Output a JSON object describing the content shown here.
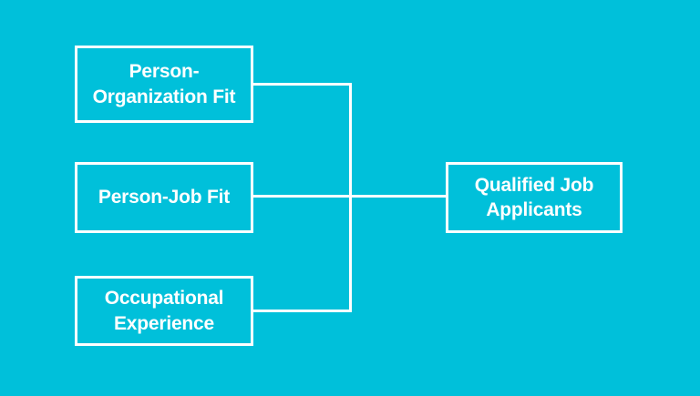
{
  "colors": {
    "background": "#00c0da",
    "foreground": "#ffffff"
  },
  "diagram": {
    "inputs": [
      {
        "label": "Person-\nOrganization Fit"
      },
      {
        "label": "Person-Job Fit"
      },
      {
        "label": "Occupational\nExperience"
      }
    ],
    "output": {
      "label": "Qualified Job\nApplicants"
    }
  }
}
